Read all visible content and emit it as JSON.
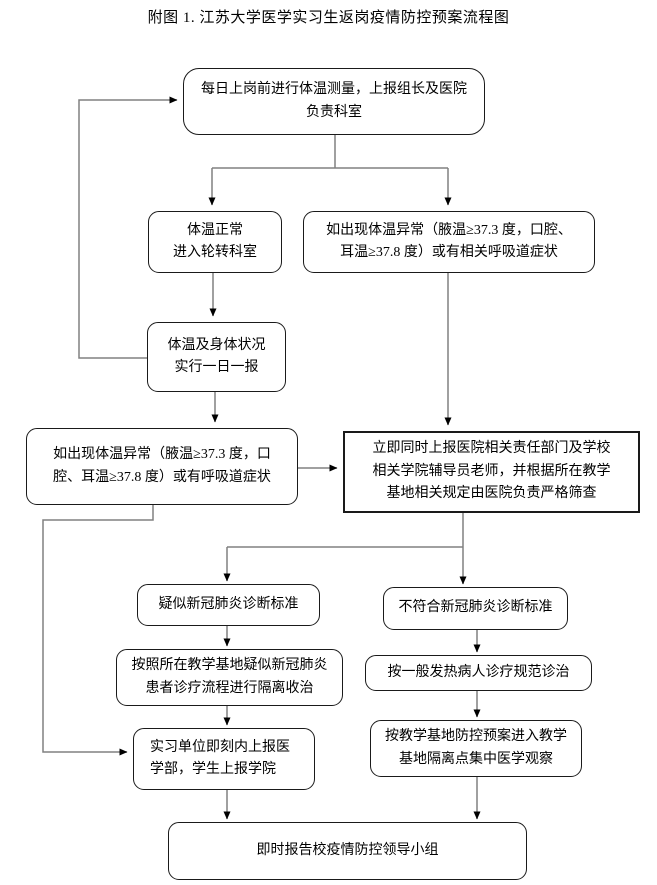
{
  "title": "附图 1. 江苏大学医学实习生返岗疫情防控预案流程图",
  "flowchart": {
    "nodes": {
      "daily_check": "每日上岗前进行体温测量，上报组长及医院\n负责科室",
      "temp_normal": "体温正常\n进入轮转科室",
      "temp_abnormal_related": "如出现体温异常（腋温≥37.3 度，口腔、\n耳温≥37.8 度）或有相关呼吸道症状",
      "daily_report": "体温及身体状况\n实行一日一报",
      "temp_abnormal_resp": "如出现体温异常（腋温≥37.3 度，口\n腔、耳温≥37.8 度）或有呼吸道症状",
      "report_hospital": "立即同时上报医院相关责任部门及学校\n相关学院辅导员老师，并根据所在教学\n基地相关规定由医院负责严格筛查",
      "suspected": "疑似新冠肺炎诊断标准",
      "not_meeting": "不符合新冠肺炎诊断标准",
      "isolation_treatment": "按照所在教学基地疑似新冠肺炎\n患者诊疗流程进行隔离收治",
      "fever_treatment": "按一般发热病人诊疗规范诊治",
      "unit_report": "实习单位即刻内上报医\n学部，学生上报学院",
      "quarantine_observation": "按教学基地防控预案进入教学\n基地隔离点集中医学观察",
      "final_report": "即时报告校疫情防控领导小组"
    },
    "colors": {
      "box_border": "#1a1a1a",
      "connector": "#808080",
      "arrowhead": "#000000",
      "background": "#ffffff"
    }
  }
}
